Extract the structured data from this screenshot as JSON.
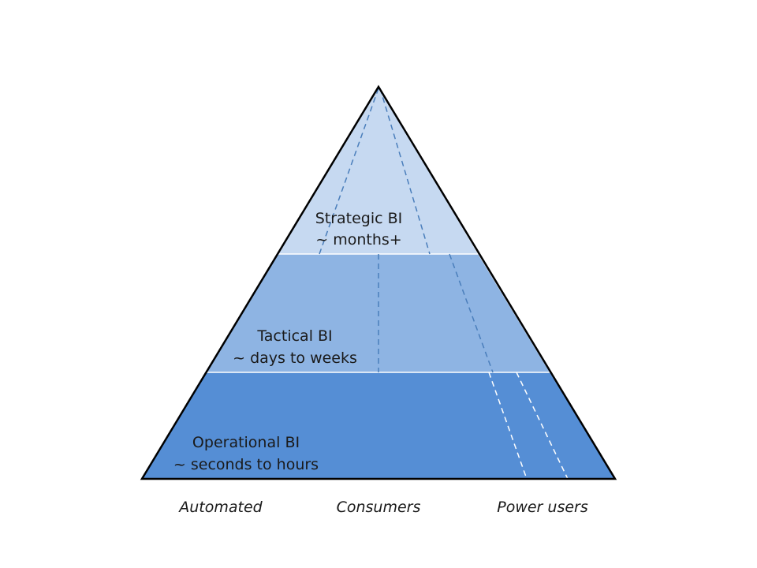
{
  "diagram": {
    "tiers": {
      "strategic": {
        "title": "Strategic BI",
        "timeframe": "~ months+",
        "fill": "#c6d9f1"
      },
      "tactical": {
        "title": "Tactical BI",
        "timeframe": "~ days to weeks",
        "fill": "#8eb4e3"
      },
      "operational": {
        "title": "Operational BI",
        "timeframe": "~ seconds to hours",
        "fill": "#558ed5"
      }
    },
    "axis": {
      "left": "Automated",
      "center": "Consumers",
      "right": "Power users"
    },
    "colors": {
      "outline": "#000000",
      "divider_dark": "#4a7ebb",
      "divider_light": "#ffffff",
      "separator": "#ffffff"
    }
  }
}
